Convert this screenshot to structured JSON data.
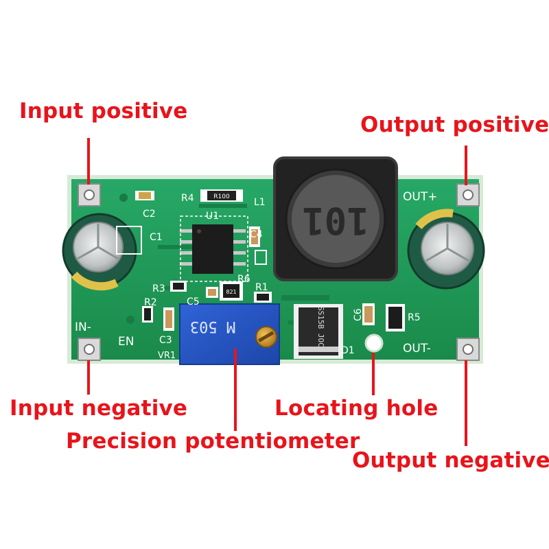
{
  "callouts": {
    "input_positive": "Input positive",
    "output_positive": "Output positive",
    "input_negative": "Input negative",
    "locating_hole": "Locating hole",
    "precision_potentiometer": "Precision potentiometer",
    "output_negative": "Output negative"
  },
  "silkscreen": {
    "c1": "C1",
    "c2": "C2",
    "c3": "C3",
    "c4": "C4",
    "c5": "C5",
    "c6": "C6",
    "r1": "R1",
    "r2": "R2",
    "r3": "R3",
    "r4": "R4",
    "r5": "R5",
    "r6": "R6",
    "u1": "U1",
    "l1": "L1",
    "d1": "D1",
    "vr1": "VR1",
    "in_minus": "IN-",
    "en": "EN",
    "out_plus": "OUT+",
    "out_minus": "OUT-"
  },
  "markings": {
    "inductor": "101",
    "potentiometer": "M 503",
    "diode": "SS15B JOC",
    "r4_value": "R100",
    "r6_value": "821"
  },
  "colors": {
    "callout_red": "#e8141b",
    "pcb_green": "#1f9a55",
    "potentiometer_blue": "#2456c9",
    "capacitor_green": "#1f5a45"
  }
}
